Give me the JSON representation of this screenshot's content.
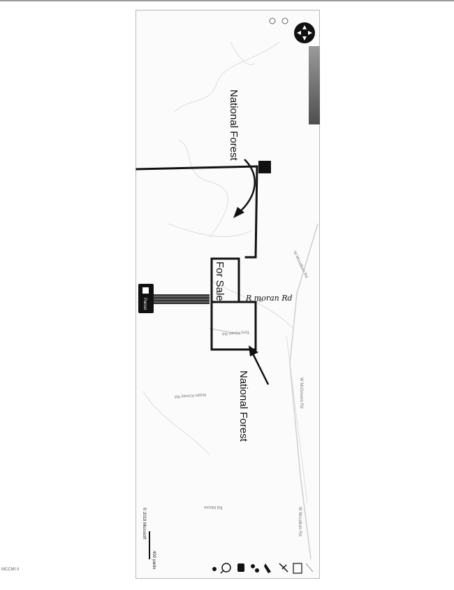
{
  "map": {
    "labels": {
      "forest_top": "National Forest",
      "forest_bottom": "National Forest",
      "for_sale": "For Sale",
      "handwritten_road": "R moran Rd",
      "road_rd": "Rd",
      "road_a": "Tony Kinert Rd",
      "road_b": "Robin Kinney Rd",
      "road_c": "W Mccallum Rd",
      "road_d": "W McGovern Rd",
      "road_e": "Rd Moore",
      "road_f": "W Mccallum Rd",
      "copyright": "© 2019 Microsoft",
      "scale": "400 yards",
      "parcel": "Parcel"
    },
    "footer_id": "MCCMI II",
    "colors": {
      "ink": "#111111",
      "road_gray": "#888888",
      "frame": "#b8b8b8"
    },
    "icons": [
      "compass-icon",
      "zoom-icon",
      "car-icon",
      "people-icon",
      "pin-icon",
      "aerial-icon",
      "layer-icon"
    ]
  }
}
